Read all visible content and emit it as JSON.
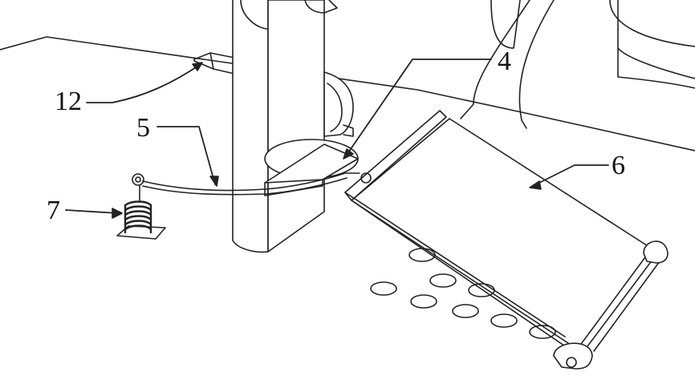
{
  "figure": {
    "labels": [
      {
        "id": "12",
        "text": "12"
      },
      {
        "id": "5",
        "text": "5"
      },
      {
        "id": "4",
        "text": "4"
      },
      {
        "id": "6",
        "text": "6"
      },
      {
        "id": "7",
        "text": "7"
      }
    ],
    "line_color": "#222222",
    "fill_color": "#ffffff"
  }
}
